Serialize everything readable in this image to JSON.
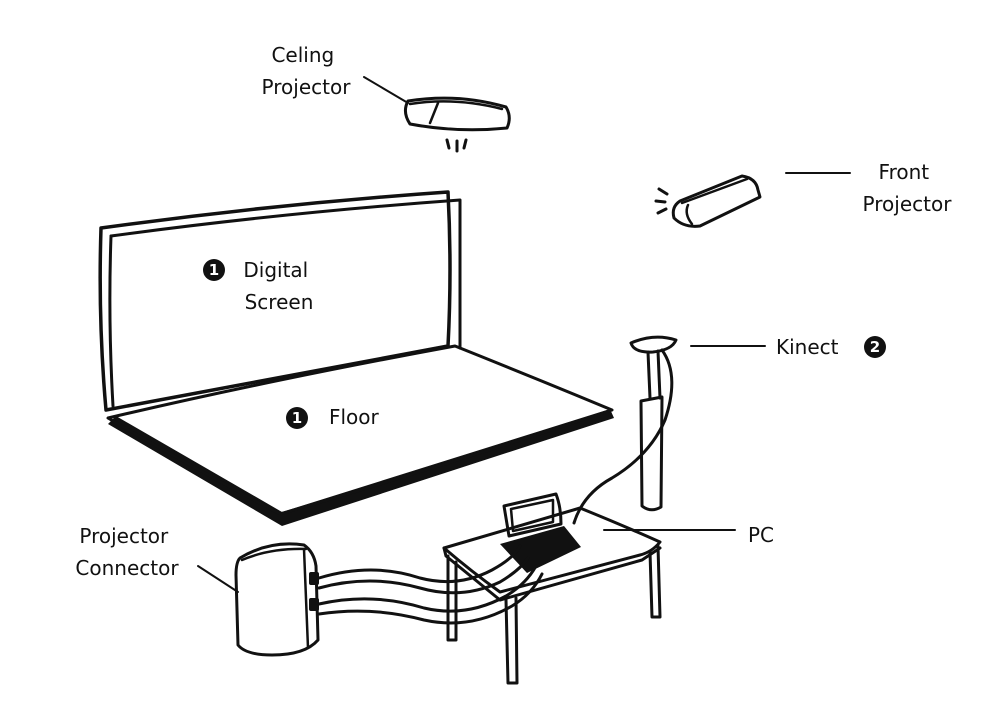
{
  "labels": {
    "ceiling_projector": [
      "Celing",
      "Projector"
    ],
    "front_projector": [
      "Front",
      "Projector"
    ],
    "digital_screen": [
      "Digital",
      "Screen"
    ],
    "floor": "Floor",
    "kinect": "Kinect",
    "pc": "PC",
    "projector_connector": [
      "Projector",
      "Connector"
    ]
  },
  "badges": {
    "digital_screen": "1",
    "floor": "1",
    "kinect": "2"
  },
  "colors": {
    "ink": "#111111",
    "background": "#ffffff",
    "badge_fill": "#111111",
    "badge_text": "#ffffff"
  }
}
